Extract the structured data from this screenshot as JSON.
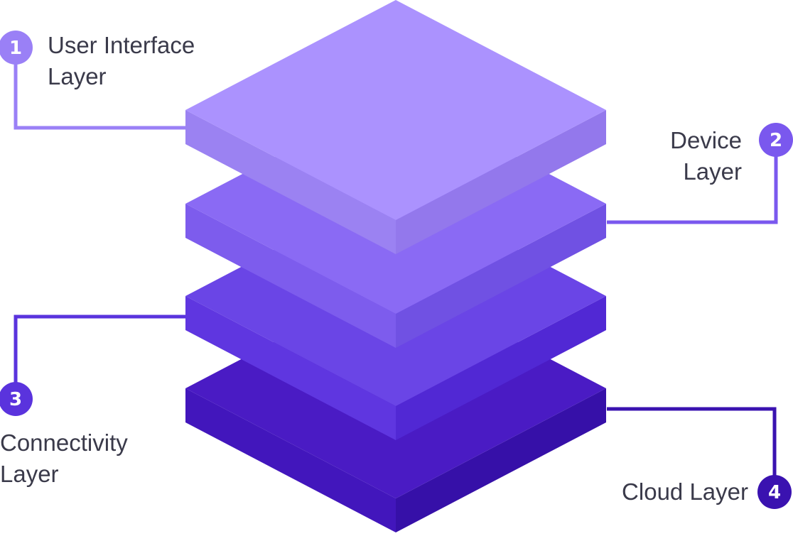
{
  "layers": [
    {
      "number": "1",
      "line1": "User Interface",
      "line2": "Layer",
      "top_color": "#ab92fe",
      "left_color": "#9b82f2",
      "right_color": "#9378ec",
      "connector_color": "#9a80f6"
    },
    {
      "number": "2",
      "line1": "Device",
      "line2": "Layer",
      "top_color": "#8a6af4",
      "left_color": "#7d5ced",
      "right_color": "#7051e3",
      "connector_color": "#7a58ee"
    },
    {
      "number": "3",
      "line1": "Connectivity",
      "line2": "Layer",
      "top_color": "#6a45e6",
      "left_color": "#5f36e0",
      "right_color": "#5128d4",
      "connector_color": "#5a33dd"
    },
    {
      "number": "4",
      "line1": "Cloud Layer",
      "line2": "",
      "top_color": "#4a1bc4",
      "left_color": "#4216bc",
      "right_color": "#3610a8",
      "connector_color": "#3a12b0"
    }
  ]
}
